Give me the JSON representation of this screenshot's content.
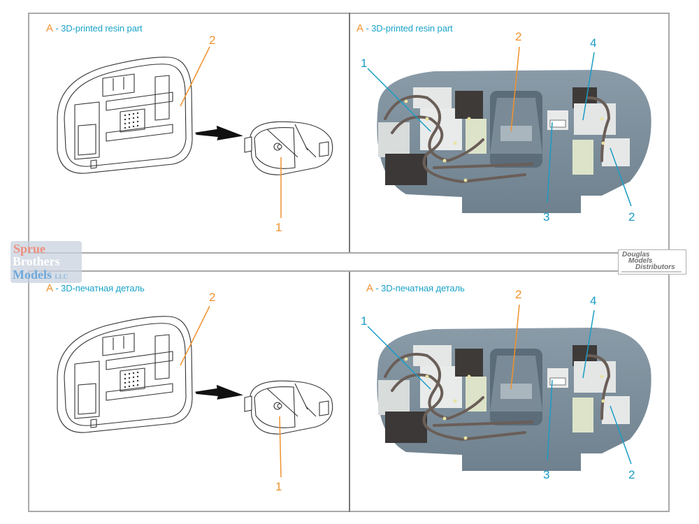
{
  "document": {
    "type": "assembly-instruction-sheet",
    "panels": [
      {
        "id": "top-left",
        "title_letter": "A",
        "title_text": "- 3D-printed resin part",
        "kind": "line-drawing",
        "callouts": [
          {
            "label": "2",
            "color": "orange"
          },
          {
            "label": "1",
            "color": "orange"
          }
        ]
      },
      {
        "id": "top-right",
        "title_letter": "A",
        "title_text": "- 3D-printed resin part",
        "kind": "photo",
        "callouts": [
          {
            "label": "1",
            "color": "blue"
          },
          {
            "label": "2",
            "color": "orange"
          },
          {
            "label": "4",
            "color": "blue"
          },
          {
            "label": "3",
            "color": "blue"
          },
          {
            "label": "2",
            "color": "blue"
          }
        ]
      },
      {
        "id": "bottom-left",
        "title_letter": "A",
        "title_text": "- 3D-печатная деталь",
        "kind": "line-drawing",
        "callouts": [
          {
            "label": "2",
            "color": "orange"
          },
          {
            "label": "1",
            "color": "orange"
          }
        ]
      },
      {
        "id": "bottom-right",
        "title_letter": "A",
        "title_text": "- 3D-печатная деталь",
        "kind": "photo",
        "callouts": [
          {
            "label": "1",
            "color": "blue"
          },
          {
            "label": "2",
            "color": "orange"
          },
          {
            "label": "4",
            "color": "blue"
          },
          {
            "label": "3",
            "color": "blue"
          },
          {
            "label": "2",
            "color": "blue"
          }
        ]
      }
    ]
  },
  "watermarks": {
    "left": {
      "line1": "Sprue",
      "line2": "Brothers",
      "line3": "Models",
      "suffix": "LLC"
    },
    "right": {
      "line1": "Douglas",
      "line2": "Models",
      "line3": "Distributors"
    }
  },
  "colors": {
    "accent_orange": "#f0922f",
    "accent_blue": "#1aa3c8",
    "resin_gray": "#7d8f9c",
    "frame": "#a9a9a9"
  }
}
